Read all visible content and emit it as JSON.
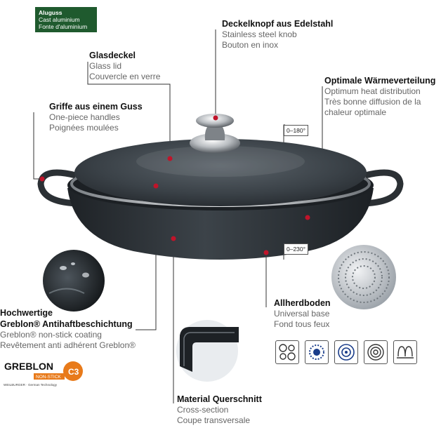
{
  "material_badge": {
    "de": "Aluguss",
    "en": "Cast aluminium",
    "fr": "Fonte d'aluminium"
  },
  "labels": {
    "knob": {
      "de": "Deckelknopf aus Edelstahl",
      "en": "Stainless steel knob",
      "fr": "Bouton en inox"
    },
    "lid": {
      "de": "Glasdeckel",
      "en": "Glass lid",
      "fr": "Couvercle en verre"
    },
    "heat": {
      "de": "Optimale Wärmeverteilung",
      "en": "Optimum heat distribution",
      "fr1": "Très bonne diffusion de la",
      "fr2": "chaleur optimale"
    },
    "handles": {
      "de": "Griffe aus einem Guss",
      "en": "One-piece handles",
      "fr": "Poignées moulées"
    },
    "coating": {
      "de1": "Hochwertige",
      "de2": "Greblon® Antihaftbeschichtung",
      "en": "Greblon® non-stick coating",
      "fr": "Revêtement anti adhérent Greblon®"
    },
    "base": {
      "de": "Allherdboden",
      "en": "Universal base",
      "fr": "Fond tous feux"
    },
    "cross": {
      "de": "Material Querschnitt",
      "en": "Cross-section",
      "fr": "Coupe transversale"
    }
  },
  "temperatures": {
    "lid": "0–180°",
    "pan": "0–230°"
  },
  "greblon_logo": {
    "brand": "GREBLON",
    "line": "NON-STICK",
    "grade": "C3",
    "maker": "WEILBURGER · German Technology"
  },
  "hob_icons": [
    "ceramic-hob-icon",
    "gas-hob-icon",
    "induction-hob-icon",
    "halogen-hob-icon",
    "electric-hob-icon"
  ],
  "colors": {
    "badge": "#1f5a2e",
    "dot": "#c0142a",
    "pan": "#2b3034"
  }
}
